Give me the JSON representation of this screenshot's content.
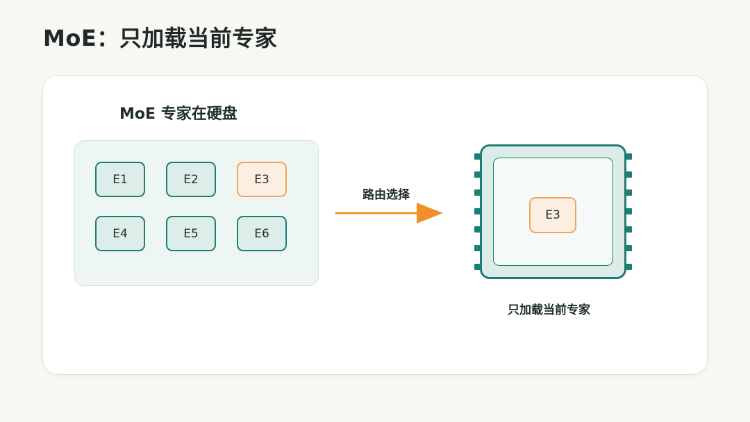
{
  "title": "MoE：只加载当前专家",
  "disk": {
    "label": "MoE 专家在硬盘",
    "experts": [
      {
        "label": "E1",
        "active": false
      },
      {
        "label": "E2",
        "active": false
      },
      {
        "label": "E3",
        "active": true
      },
      {
        "label": "E4",
        "active": false
      },
      {
        "label": "E5",
        "active": false
      },
      {
        "label": "E6",
        "active": false
      }
    ]
  },
  "route": {
    "label": "路由选择"
  },
  "chip": {
    "expert_label": "E3",
    "caption": "只加载当前专家"
  },
  "colors": {
    "teal": "#1f7d74",
    "orange": "#f0a45c",
    "arrow": "#f0902a"
  }
}
